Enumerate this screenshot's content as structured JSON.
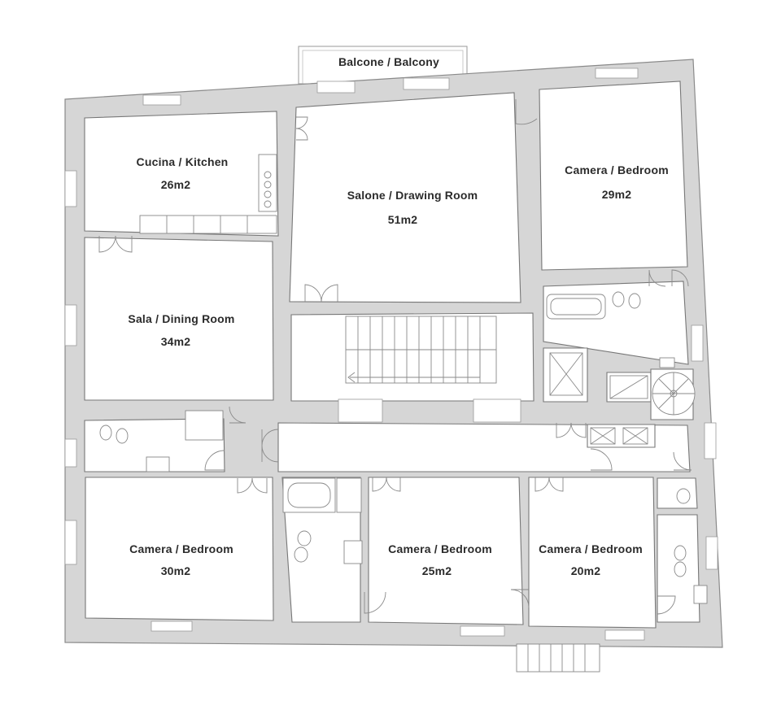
{
  "balcony": {
    "label": "Balcone / Balcony"
  },
  "rooms": [
    {
      "id": "kitchen",
      "name": "Cucina / Kitchen",
      "area": "26m2"
    },
    {
      "id": "drawing-room",
      "name": "Salone / Drawing Room",
      "area": "51m2"
    },
    {
      "id": "bedroom-ne",
      "name": "Camera / Bedroom",
      "area": "29m2"
    },
    {
      "id": "dining-room",
      "name": "Sala / Dining Room",
      "area": "34m2"
    },
    {
      "id": "bedroom-sw",
      "name": "Camera / Bedroom",
      "area": "30m2"
    },
    {
      "id": "bedroom-s",
      "name": "Camera / Bedroom",
      "area": "25m2"
    },
    {
      "id": "bedroom-se",
      "name": "Camera / Bedroom",
      "area": "20m2"
    }
  ],
  "colors": {
    "wall": "#d6d6d6",
    "outline": "#8a8a8a",
    "text": "#2b2b2b",
    "background": "#ffffff"
  }
}
